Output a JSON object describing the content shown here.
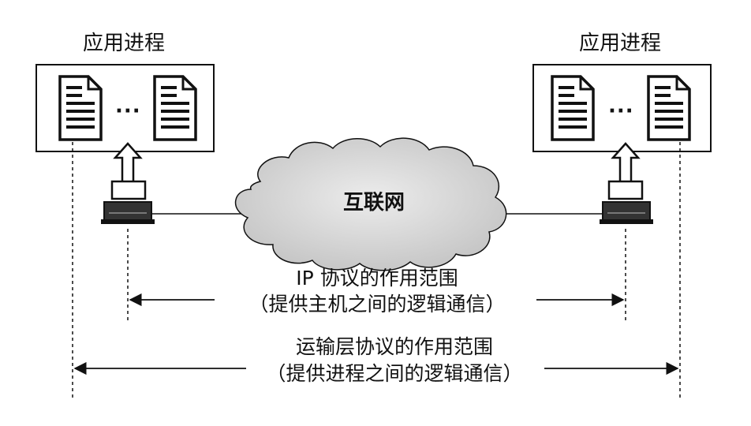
{
  "left_host": {
    "title": "应用进程",
    "ellipsis": "···"
  },
  "right_host": {
    "title": "应用进程",
    "ellipsis": "···"
  },
  "cloud": {
    "label": "互联网"
  },
  "ip_scope": {
    "title": "IP 协议的作用范围",
    "subtitle": "（提供主机之间的逻辑通信）"
  },
  "transport_scope": {
    "title": "运输层协议的作用范围",
    "subtitle": "（提供进程之间的逻辑通信）"
  },
  "colors": {
    "line": "#111111",
    "cloud_fill": "#d9d9d9",
    "box_fill": "#ffffff"
  }
}
